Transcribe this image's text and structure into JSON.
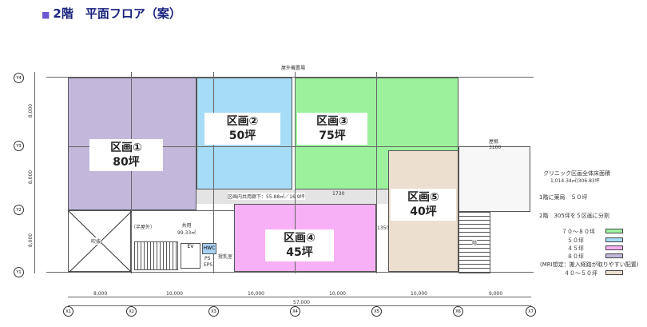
{
  "title": "2階　平面フロア（案）",
  "top_label": "屋外機置場",
  "sections": [
    {
      "name": "区画①",
      "area": "80坪",
      "color": "#c3b8dc"
    },
    {
      "name": "区画②",
      "area": "50坪",
      "color": "#a7dcf7"
    },
    {
      "name": "区画③",
      "area": "75坪",
      "color": "#9cf29c"
    },
    {
      "name": "区画④",
      "area": "45坪",
      "color": "#f7b0f5"
    },
    {
      "name": "区画⑤",
      "area": "40坪",
      "color": "#ecdfcf"
    }
  ],
  "corridor": "区画内共用廊下：55.88㎡／16.9坪",
  "corridor_dim": "1730",
  "side_dim": "1350",
  "common": {
    "label": "共用",
    "area": "99.33㎡"
  },
  "semi_outdoor": "（半屋外）",
  "void": "吹抜",
  "hwc": "HWC",
  "ps": "PS",
  "eps": "EPS",
  "ev": "EV",
  "storage": "授乳室",
  "stair_top": "屋根",
  "stair_top_dim": "3100",
  "stair_label": "階",
  "x_dims": [
    "8,000",
    "10,000",
    "10,000",
    "10,000",
    "10,000",
    "9,000"
  ],
  "x_total": "57,000",
  "x_axes": [
    "X1",
    "X2",
    "X3",
    "X4",
    "X5",
    "X6",
    "X7"
  ],
  "y_axes": [
    "Y4",
    "Y3",
    "Y2",
    "Y1"
  ],
  "y_dims": [
    "8,000",
    "8,000",
    "8,000"
  ],
  "legend": {
    "heading": "クリニック区画全体床面積",
    "total": "1,014.34㎡/306.83坪",
    "note1": "1階に薬局　５０坪",
    "note2": "2階　305坪を５区画に分割",
    "items": [
      {
        "label": "７０～８０坪",
        "color": "#9cf29c"
      },
      {
        "label": "５０坪",
        "color": "#a7dcf7"
      },
      {
        "label": "４５坪",
        "color": "#f7b0f5"
      },
      {
        "label": "８０坪",
        "color": "#c3b8dc"
      },
      {
        "label": "(MRI想定：搬入経路が取りやすい配置)",
        "color": ""
      },
      {
        "label": "４０～５０坪",
        "color": "#ecdfcf"
      }
    ]
  }
}
